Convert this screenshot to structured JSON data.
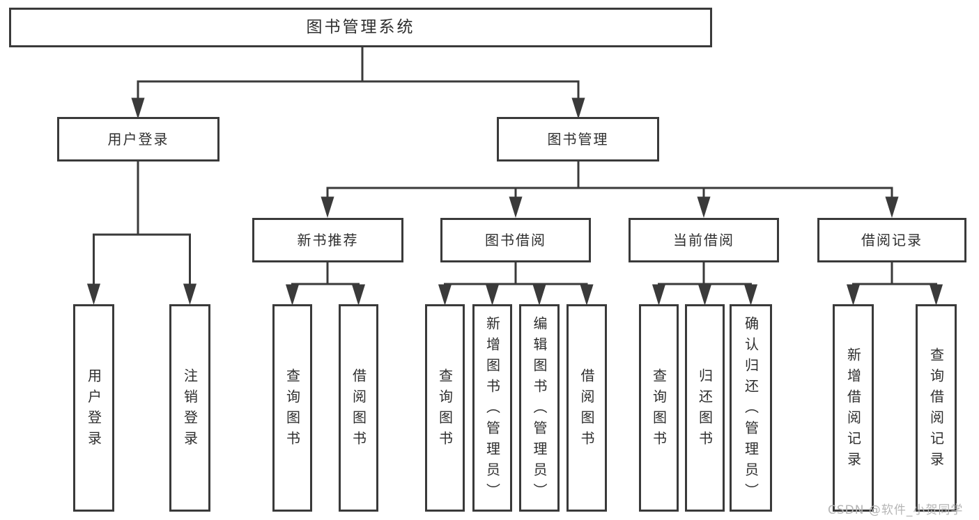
{
  "colors": {
    "line": "#3a3a3a",
    "text": "#2e2e2e",
    "background": "#ffffff",
    "watermark": "#b5b5b5"
  },
  "watermark": {
    "text": "CSDN @软件_小贺同学"
  },
  "tree": {
    "label": "图书管理系统",
    "children": [
      {
        "label": "用户登录",
        "children": [
          {
            "label": "用户登录"
          },
          {
            "label": "注销登录"
          }
        ]
      },
      {
        "label": "图书管理",
        "children": [
          {
            "label": "新书推荐",
            "children": [
              {
                "label": "查询图书"
              },
              {
                "label": "借阅图书"
              }
            ]
          },
          {
            "label": "图书借阅",
            "children": [
              {
                "label": "查询图书"
              },
              {
                "label": "新增图书（管理员）"
              },
              {
                "label": "编辑图书（管理员）"
              },
              {
                "label": "借阅图书"
              }
            ]
          },
          {
            "label": "当前借阅",
            "children": [
              {
                "label": "查询图书"
              },
              {
                "label": "归还图书"
              },
              {
                "label": "确认归还（管理员）"
              }
            ]
          },
          {
            "label": "借阅记录",
            "children": [
              {
                "label": "新增借阅记录"
              },
              {
                "label": "查询借阅记录"
              }
            ]
          }
        ]
      }
    ]
  }
}
